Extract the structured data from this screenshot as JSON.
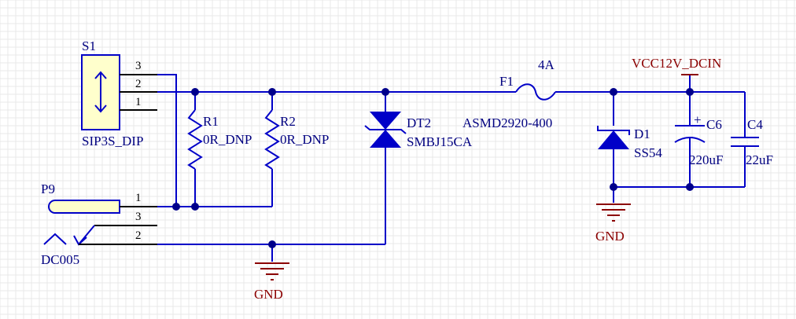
{
  "components": {
    "s1": {
      "designator": "S1",
      "footprint": "SIP3S_DIP",
      "pins": [
        "3",
        "2",
        "1"
      ]
    },
    "p9": {
      "designator": "P9",
      "footprint": "DC005",
      "pins": [
        "1",
        "3",
        "2"
      ]
    },
    "r1": {
      "designator": "R1",
      "value": "0R_DNP"
    },
    "r2": {
      "designator": "R2",
      "value": "0R_DNP"
    },
    "dt2": {
      "designator": "DT2",
      "value": "SMBJ15CA"
    },
    "f1": {
      "designator": "F1",
      "rating": "4A",
      "value": "ASMD2920-400"
    },
    "d1": {
      "designator": "D1",
      "value": "SS54"
    },
    "c6": {
      "designator": "C6",
      "value": "220uF",
      "polarity": "+"
    },
    "c4": {
      "designator": "C4",
      "value": "22uF"
    }
  },
  "nets": {
    "vcc": "VCC12V_DCIN",
    "gnd_left": "GND",
    "gnd_right": "GND"
  },
  "colors": {
    "wire": "#0000c8",
    "power_net": "#8b0000",
    "label": "#000080",
    "component_fill": "#ffffcc"
  }
}
